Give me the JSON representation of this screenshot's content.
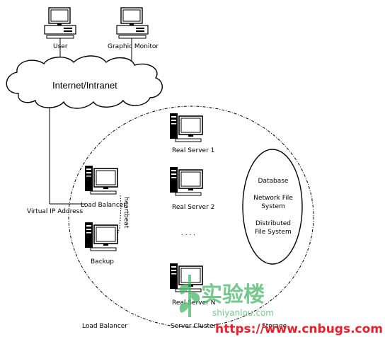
{
  "nodes": {
    "user": "User",
    "graphic_monitor": "Graphic Monitor",
    "cloud": "Internet/Intranet",
    "virtual_ip": "Virtual IP Address",
    "load_balancer": "Load Balancer",
    "backup": "Backup",
    "heartbeat": "heartbeat",
    "real_server_1": "Real Server 1",
    "real_server_2": "Real Server 2",
    "ellipsis": ". . . .",
    "real_server_n": "Real Server N"
  },
  "storage": {
    "database": "Database",
    "network_fs_1": "Network File",
    "network_fs_2": "System",
    "distributed_fs_1": "Distributed",
    "distributed_fs_2": "File System"
  },
  "bottom_labels": {
    "load_balancer": "Load Balancer",
    "server_cluster": "Server Cluster",
    "storage": "Storage"
  },
  "watermark": {
    "chinese": "实验楼",
    "site": "shiyanlou.com",
    "url": "https://www.cnbugs.com"
  },
  "colors": {
    "watermark_green": "#49b66a",
    "url_red": "#e8222d"
  }
}
